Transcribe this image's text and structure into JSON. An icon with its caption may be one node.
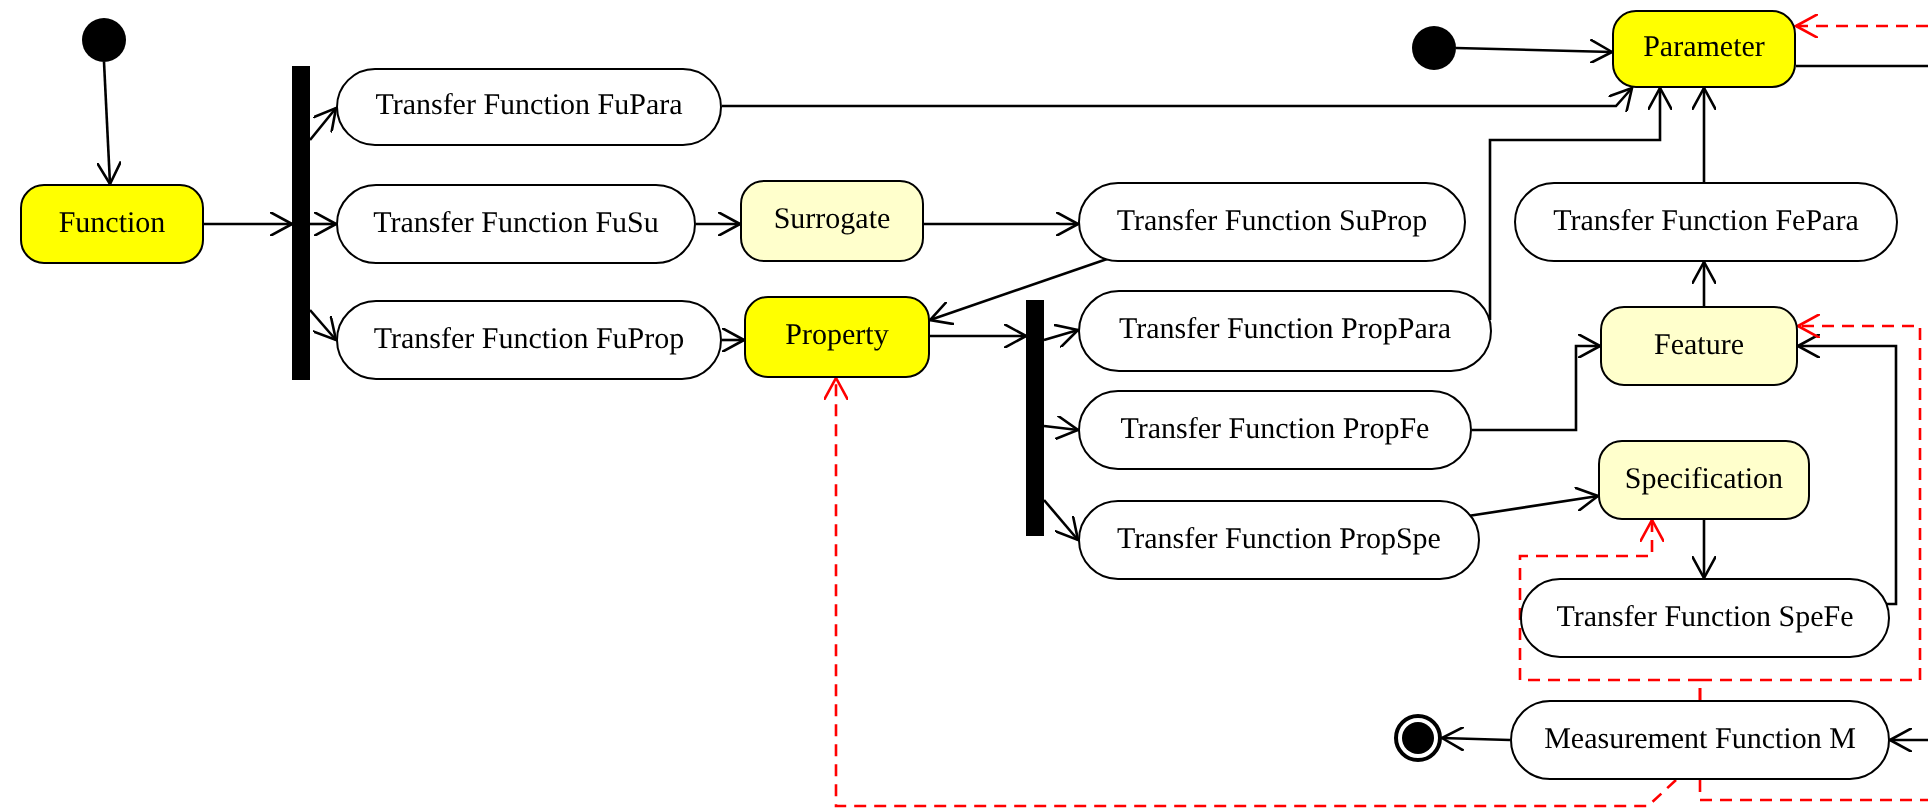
{
  "diagram": {
    "nodes": [
      {
        "text": [],
        "shape": "circle"
      },
      {
        "text": [
          "Function"
        ]
      },
      {
        "text": [],
        "shape": "bar"
      },
      {
        "text": [
          "Transfer Function FuPara"
        ]
      },
      {
        "text": [
          "Transfer Function FuSu"
        ]
      },
      {
        "text": [
          "Surrogate"
        ]
      },
      {
        "text": [
          "Transfer Function FuProp"
        ]
      },
      {
        "text": [
          "Property"
        ]
      },
      {
        "text": [],
        "shape": "circle"
      },
      {
        "text": [
          "Parameter"
        ]
      },
      {
        "text": [
          "Transfer Function SuProp"
        ]
      },
      {
        "text": [],
        "shape": "bar"
      },
      {
        "text": [
          "Transfer Function PropPara"
        ]
      },
      {
        "text": [
          "Transfer Function FePara"
        ]
      },
      {
        "text": [
          "Feature"
        ]
      },
      {
        "text": [
          "Transfer Function PropFe"
        ]
      },
      {
        "text": [
          "Specification"
        ]
      },
      {
        "text": [
          "Transfer Function PropSpe"
        ]
      },
      {
        "text": [
          "Transfer Function SpeFe"
        ]
      },
      {
        "text": [],
        "shape": "bullseye"
      },
      {
        "text": [
          "Measurement Function M"
        ]
      }
    ],
    "edges": [
      {
        "from": 0,
        "to": 1,
        "arrow": "to"
      },
      {
        "from": 1,
        "to": 2,
        "arrow": "to"
      },
      {
        "from": 2,
        "to": 3,
        "arrow": "to"
      },
      {
        "from": 2,
        "to": 4,
        "arrow": "to"
      },
      {
        "from": 2,
        "to": 6,
        "arrow": "to"
      },
      {
        "from": 3,
        "to": 9,
        "arrow": "to"
      },
      {
        "from": 4,
        "to": 5,
        "arrow": "to"
      },
      {
        "from": 5,
        "to": 10,
        "arrow": "to"
      },
      {
        "from": 10,
        "to": 7,
        "arrow": "to"
      },
      {
        "from": 6,
        "to": 7,
        "arrow": "to"
      },
      {
        "from": 7,
        "to": 11,
        "arrow": "to"
      },
      {
        "from": 11,
        "to": 12,
        "arrow": "to"
      },
      {
        "from": 11,
        "to": 15,
        "arrow": "to"
      },
      {
        "from": 11,
        "to": 17,
        "arrow": "to"
      },
      {
        "from": 8,
        "to": 9,
        "arrow": "to"
      },
      {
        "from": 12,
        "to": 9,
        "arrow": "to"
      },
      {
        "from": 13,
        "to": 9,
        "arrow": "to"
      },
      {
        "from": 14,
        "to": 13,
        "arrow": "to"
      },
      {
        "from": 15,
        "to": 14,
        "arrow": "to"
      },
      {
        "from": 17,
        "to": 16,
        "arrow": "to"
      },
      {
        "from": 16,
        "to": 18,
        "arrow": "to"
      },
      {
        "from": 18,
        "to": 14,
        "arrow": "to"
      },
      {
        "from": 20,
        "to": 19,
        "arrow": "to"
      },
      {
        "from": 9,
        "to": null,
        "arrow": "none"
      },
      {
        "from": null,
        "to": 20,
        "arrow": "to"
      },
      {
        "from": 20,
        "to": 7,
        "arrow": "to",
        "style": "dashed",
        "color": "#ff0000"
      },
      {
        "from": 20,
        "to": 16,
        "arrow": "to",
        "style": "dashed",
        "color": "#ff0000"
      },
      {
        "from": 20,
        "to": 14,
        "arrow": "to",
        "style": "dashed",
        "color": "#ff0000"
      },
      {
        "from": 20,
        "to": null,
        "arrow": "none",
        "style": "dashed",
        "color": "#ff0000"
      },
      {
        "from": null,
        "to": 9,
        "arrow": "to",
        "style": "dashed",
        "color": "#ff0000"
      }
    ]
  }
}
